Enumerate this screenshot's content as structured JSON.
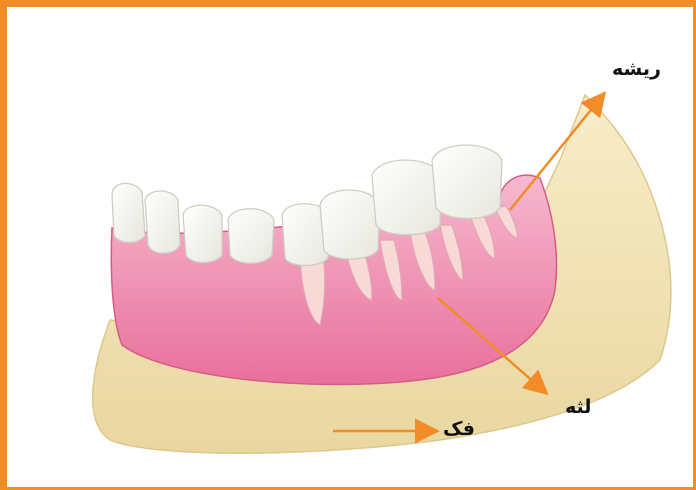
{
  "labels": {
    "root": "ریشه",
    "gum": "لثه",
    "jaw": "فک"
  },
  "colors": {
    "frame": "#f28c28",
    "arrow": "#f28c28",
    "gum": "#ec8fb0",
    "bone": "#f3e6b8",
    "tooth": "#fbfbf7"
  }
}
